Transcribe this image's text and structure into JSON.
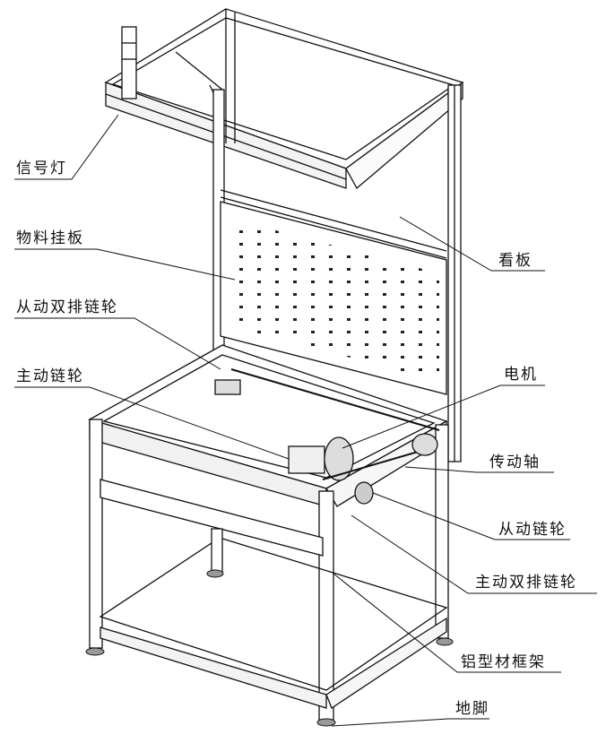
{
  "labels": {
    "signal_light": "信号灯",
    "material_board": "物料挂板",
    "driven_double_sprocket": "从动双排链轮",
    "drive_sprocket": "主动链轮",
    "kanban": "看板",
    "motor": "电机",
    "drive_shaft": "传动轴",
    "driven_sprocket": "从动链轮",
    "drive_double_sprocket": "主动双排链轮",
    "aluminum_frame": "铝型材框架",
    "foot": "地脚"
  }
}
